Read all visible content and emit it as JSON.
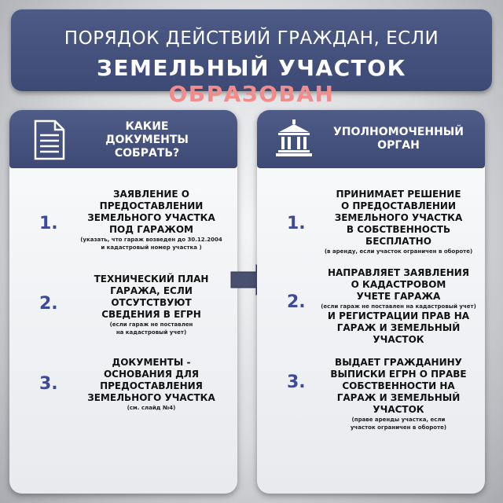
{
  "banner": {
    "line1": "ПОРЯДОК ДЕЙСТВИЙ ГРАЖДАН, ЕСЛИ",
    "line2_main": "ЗЕМЕЛЬНЫЙ УЧАСТОК",
    "line2_accent": "ОБРАЗОВАН"
  },
  "left": {
    "title1": "КАКИЕ",
    "title2": "ДОКУМЕНТЫ",
    "title3": "СОБРАТЬ?",
    "items": [
      {
        "num": "1.",
        "l1": "ЗАЯВЛЕНИЕ О",
        "l2": "ПРЕДОСТАВЛЕНИИ",
        "l3": "ЗЕМЕЛЬНОГО УЧАСТКА",
        "l4": "ПОД ГАРАЖОМ",
        "n1": "(указать, что гараж возведен до 30.12.2004",
        "n2": "и кадастровый номер участка )"
      },
      {
        "num": "2.",
        "l1": "ТЕХНИЧЕСКИЙ ПЛАН",
        "l2": "ГАРАЖА, ЕСЛИ",
        "l3": "ОТСУТСТВУЮТ",
        "l4": "СВЕДЕНИЯ В ЕГРН",
        "n1": "(если гараж не поставлен",
        "n2": "на кадастровый учет)"
      },
      {
        "num": "3.",
        "l1": "ДОКУМЕНТЫ -",
        "l2": "ОСНОВАНИЯ ДЛЯ",
        "l3": "ПРЕДОСТАВЛЕНИЯ",
        "l4": "ЗЕМЕЛЬНОГО УЧАСТКА",
        "n1": "(см. слайд №4)"
      }
    ]
  },
  "right": {
    "title1": "УПОЛНОМОЧЕННЫЙ",
    "title2": "ОРГАН",
    "items": [
      {
        "num": "1.",
        "l1": "ПРИНИМАЕТ РЕШЕНИЕ",
        "l2": "О ПРЕДОСТАВЛЕНИИ",
        "l3": "ЗЕМЕЛЬНОГО УЧАСТКА",
        "l4": "В СОБСТВЕННОСТЬ",
        "l5": "БЕСПЛАТНО",
        "n1": "(в аренду, если участок ограничен в обороте)"
      },
      {
        "num": "2.",
        "l1": "НАПРАВЛЯЕТ ЗАЯВЛЕНИЯ",
        "l2": "О КАДАСТРОВОМ",
        "l3": "УЧЕТЕ ГАРАЖА",
        "n1": "(если гараж не поставлен на кадастровый учет)",
        "l4": "И РЕГИСТРАЦИИ ПРАВ НА",
        "l5": "ГАРАЖ И ЗЕМЕЛЬНЫЙ",
        "l6": "УЧАСТОК"
      },
      {
        "num": "3.",
        "l1": "ВЫДАЕТ ГРАЖДАНИНУ",
        "l2": "ВЫПИСКИ ЕГРН О ПРАВЕ",
        "l3": "СОБСТВЕННОСТИ НА",
        "l4": "ГАРАЖ И ЗЕМЕЛЬНЫЙ",
        "l5": "УЧАСТОК",
        "n1": "(праве аренды участка, если",
        "n2": "участок ограничен в обороте)"
      }
    ]
  },
  "colors": {
    "header_bg": "#45517d",
    "accent": "#f08c8c",
    "number": "#3d4a9a",
    "arrow": "#4a5070"
  }
}
